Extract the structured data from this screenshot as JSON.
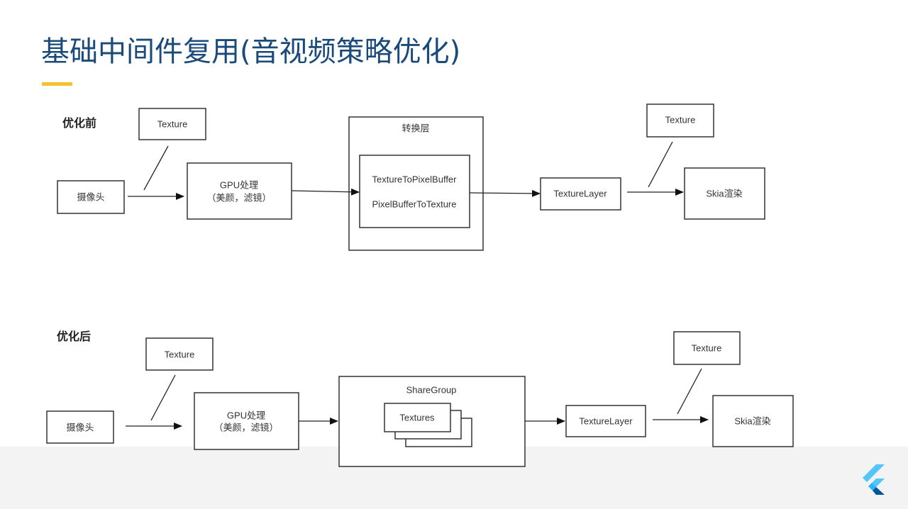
{
  "slide": {
    "title": "基础中间件复用(音视频策略优化)",
    "accent_color": "#f5c12e",
    "title_color": "#1a4a7a"
  },
  "before": {
    "label": "优化前",
    "camera": "摄像头",
    "texture_in": "Texture",
    "gpu_line1": "GPU处理",
    "gpu_line2": "（美颜，滤镜）",
    "converter_title": "转换层",
    "converter_line1": "TextureToPixelBuffer",
    "converter_line2": "PixelBufferToTexture",
    "texture_layer": "TextureLayer",
    "texture_out": "Texture",
    "skia": "Skia渲染"
  },
  "after": {
    "label": "优化后",
    "camera": "摄像头",
    "texture_in": "Texture",
    "gpu_line1": "GPU处理",
    "gpu_line2": "（美颜，滤镜）",
    "sharegroup_title": "ShareGroup",
    "textures": "Textures",
    "texture_layer": "TextureLayer",
    "texture_out": "Texture",
    "skia": "Skia渲染"
  },
  "logo": {
    "icon": "flutter-logo-icon"
  }
}
